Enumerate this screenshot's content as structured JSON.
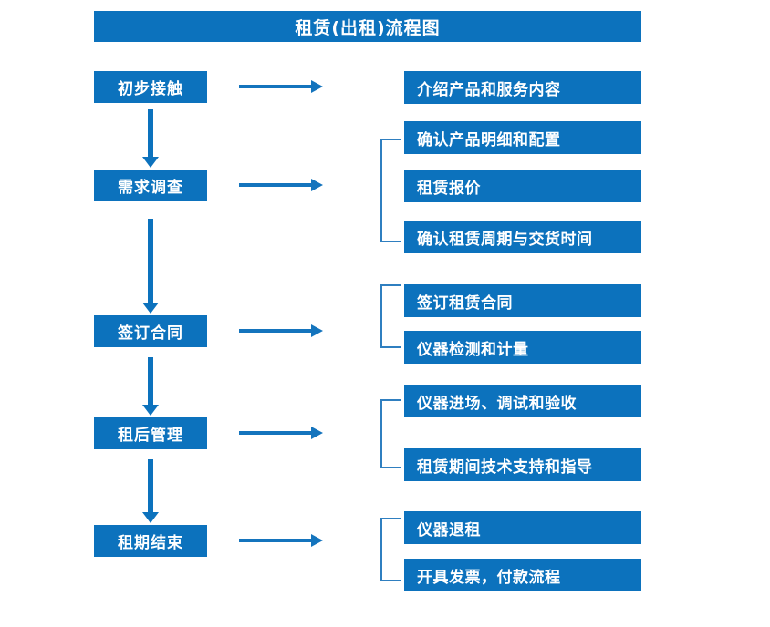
{
  "title": "租赁(出租)流程图",
  "theme": {
    "primary": "#0c72bd",
    "arrow": "#1474bd",
    "bracket": "#2f7fc0",
    "text_on_primary": "#ffffff",
    "background": "#ffffff"
  },
  "stages": [
    {
      "label": "初步接触"
    },
    {
      "label": "需求调查"
    },
    {
      "label": "签订合同"
    },
    {
      "label": "租后管理"
    },
    {
      "label": "租期结束"
    }
  ],
  "details": [
    {
      "label": "介绍产品和服务内容"
    },
    {
      "label": "确认产品明细和配置"
    },
    {
      "label": "租赁报价"
    },
    {
      "label": "确认租赁周期与交货时间"
    },
    {
      "label": "签订租赁合同"
    },
    {
      "label": "仪器检测和计量"
    },
    {
      "label": "仪器进场、调试和验收"
    },
    {
      "label": "租赁期间技术支持和指导"
    },
    {
      "label": "仪器退租"
    },
    {
      "label": "开具发票，付款流程"
    }
  ],
  "connectors": {
    "vertical_arrow_count": 4,
    "horizontal_arrow_count": 5,
    "bracket_count": 4
  }
}
